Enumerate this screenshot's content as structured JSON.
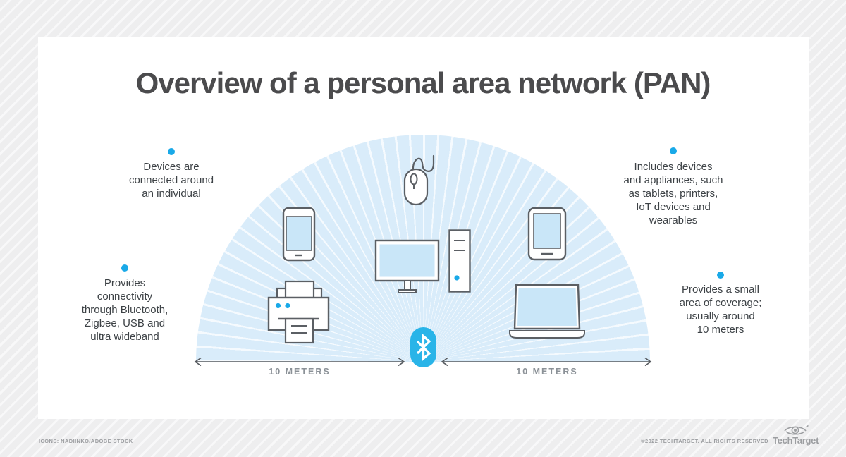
{
  "title": "Overview of a personal area network (PAN)",
  "callouts": [
    {
      "id": "devices-connected",
      "text": "Devices are\nconnected around\nan individual"
    },
    {
      "id": "connectivity",
      "text": "Provides\nconnectivity\nthrough Bluetooth,\nZigbee, USB and\nultra wideband"
    },
    {
      "id": "includes-devices",
      "text": "Includes devices\nand appliances, such\nas tablets, printers,\nIoT devices and\nwearables"
    },
    {
      "id": "coverage",
      "text": "Provides a small\narea of coverage;\nusually around\n10 meters"
    }
  ],
  "measurements": {
    "left": {
      "label": "10 METERS"
    },
    "right": {
      "label": "10 METERS"
    }
  },
  "devices": [
    "computer-mouse",
    "smartphone",
    "printer",
    "desktop-monitor",
    "pc-tower",
    "tablet",
    "laptop"
  ],
  "network": {
    "technology": "bluetooth"
  },
  "footer": {
    "credits": "ICONS: NADIINKO/ADOBE STOCK",
    "copyright": "©2022 TECHTARGET. ALL RIGHTS RESERVED",
    "brand": "TechTarget"
  },
  "colors": {
    "accent_blue": "#19a9e8",
    "bluetooth_badge": "#29b4e8",
    "screen_fill": "#c9e6f8",
    "icon_outline": "#5b5f64",
    "dome_fill": "#d9ecfa",
    "background": "#efefef",
    "card": "#ffffff",
    "title_text": "#4b4b4d",
    "body_text": "#3d4246",
    "meters_label": "#8b9197",
    "footer_text": "#9c9ea1"
  }
}
